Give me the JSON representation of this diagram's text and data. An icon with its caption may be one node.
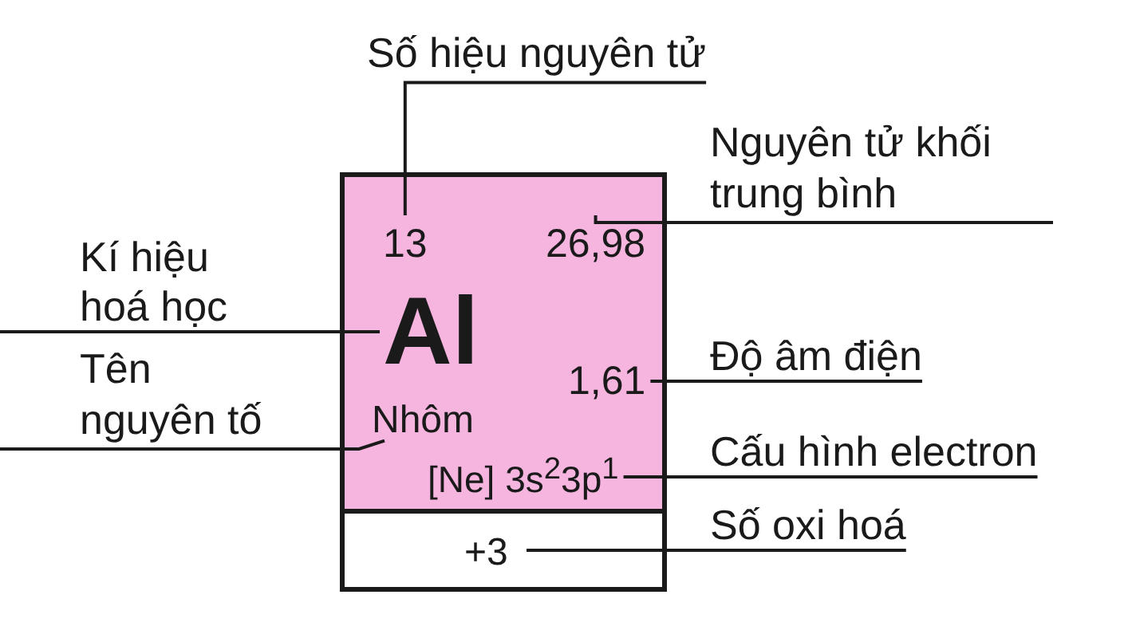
{
  "diagram": {
    "nodes": [
      {
        "text": [],
        "shape": "box"
      },
      {
        "text": [
          "13"
        ],
        "in": 0
      },
      {
        "text": [
          "26,98"
        ],
        "in": 0
      },
      {
        "text": [
          "Al"
        ],
        "in": 0
      },
      {
        "text": [
          "1,61"
        ],
        "in": 0
      },
      {
        "text": [
          "Nhôm"
        ],
        "in": 0
      },
      {
        "text": [
          "[Ne] 3s$^{2}$3p$^{1}$"
        ],
        "in": 0
      },
      {
        "text": [
          "+3"
        ]
      },
      {
        "text": [
          "Số hiệu nguyên tử"
        ]
      },
      {
        "text": [
          "Nguyên tử khối trung bình"
        ]
      },
      {
        "text": [
          "Kí hiệu hoá học"
        ]
      },
      {
        "text": [
          "Độ âm điện"
        ]
      },
      {
        "text": [
          "Tên nguyên tố"
        ]
      },
      {
        "text": [
          "Cấu hình electron"
        ]
      },
      {
        "text": [
          "Số oxi hoá"
        ]
      }
    ],
    "edges": [
      {
        "from": 8,
        "to": 1,
        "arrow": "none"
      },
      {
        "from": 9,
        "to": 2,
        "arrow": "none"
      },
      {
        "from": 10,
        "to": 3,
        "arrow": "none"
      },
      {
        "from": 11,
        "to": 4,
        "arrow": "none"
      },
      {
        "from": 12,
        "to": 5,
        "arrow": "none"
      },
      {
        "from": 13,
        "to": 6,
        "arrow": "none"
      },
      {
        "from": 14,
        "to": 7,
        "arrow": "none"
      }
    ]
  }
}
